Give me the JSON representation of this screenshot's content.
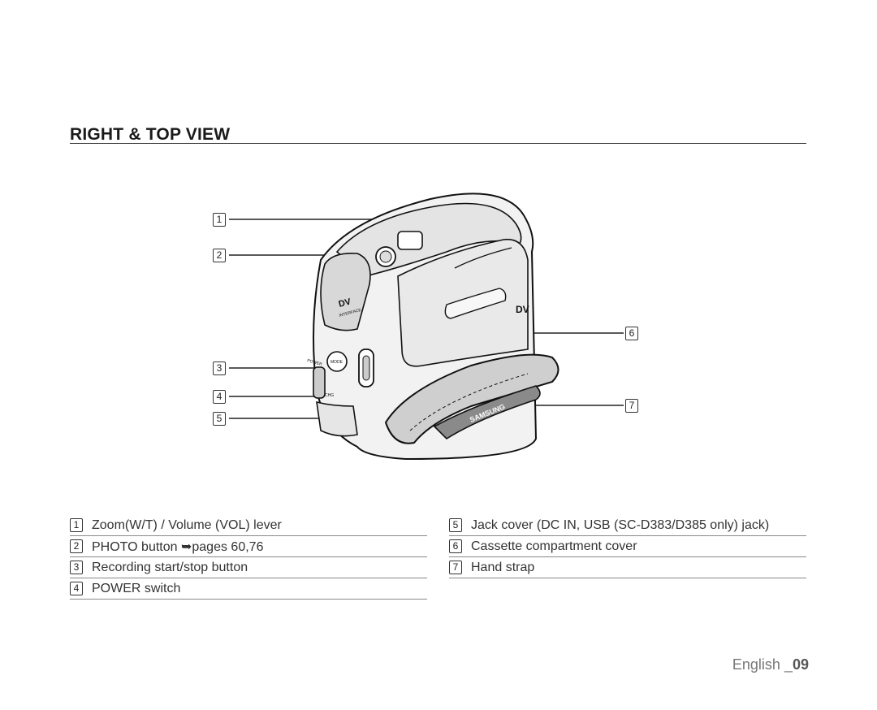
{
  "section": {
    "title": "RIGHT & TOP VIEW"
  },
  "figure": {
    "callouts": [
      "1",
      "2",
      "3",
      "4",
      "5",
      "6",
      "7"
    ],
    "device_labels": {
      "dv": "DV",
      "interface": "INTERFACE",
      "mode": "MODE",
      "power": "POWER",
      "chg": "CHG",
      "brand": "SAMSUNG",
      "minidv": "DV"
    }
  },
  "legend_left": [
    {
      "num": "1",
      "text": "Zoom(W/T) / Volume (VOL) lever"
    },
    {
      "num": "2",
      "text": "PHOTO button ➥pages 60,76"
    },
    {
      "num": "3",
      "text": "Recording start/stop button"
    },
    {
      "num": "4",
      "text": "POWER switch"
    }
  ],
  "legend_right": [
    {
      "num": "5",
      "text": "Jack cover (DC IN, USB (SC-D383/D385 only) jack)"
    },
    {
      "num": "6",
      "text": "Cassette compartment cover"
    },
    {
      "num": "7",
      "text": "Hand strap"
    }
  ],
  "footer": {
    "language": "English _",
    "page": "09"
  }
}
